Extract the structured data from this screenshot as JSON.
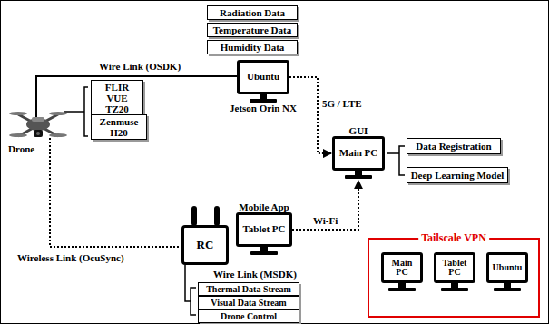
{
  "diagram": {
    "nodes": [
      {
        "text": [
          "Radiation Data"
        ]
      },
      {
        "text": [
          "Temperature Data"
        ]
      },
      {
        "text": [
          "Humidity Data"
        ]
      },
      {
        "text": [
          "Ubuntu",
          "Jetson Orin NX"
        ]
      },
      {
        "text": [
          "FLIR VUE TZ20"
        ]
      },
      {
        "text": [
          "Zenmuse H20"
        ]
      },
      {
        "text": [
          "GUI",
          "Main PC"
        ]
      },
      {
        "text": [
          "Data Registration"
        ]
      },
      {
        "text": [
          "Deep Learning Model"
        ]
      },
      {
        "text": [
          "RC"
        ]
      },
      {
        "text": [
          "Mobile App",
          "Tablet PC"
        ]
      },
      {
        "text": [
          "Thermal Data Stream"
        ]
      },
      {
        "text": [
          "Visual Data Stream"
        ]
      },
      {
        "text": [
          "Drone Control"
        ]
      },
      {
        "text": [
          "Tailscale VPN"
        ]
      },
      {
        "text": [
          "Main PC"
        ],
        "in": 14
      },
      {
        "text": [
          "Tablet PC"
        ],
        "in": 14
      },
      {
        "text": [
          "Ubuntu"
        ],
        "in": 14
      }
    ],
    "edges": [
      {
        "from": 3,
        "to": 6,
        "label": "5G / LTE",
        "arrow": "to"
      },
      {
        "from": 10,
        "to": 6,
        "label": "Wi-Fi",
        "arrow": "to"
      }
    ],
    "labels": [
      "Wire Link (OSDK)",
      "Drone",
      "Wireless Link (OcuSync)",
      "Wire Link (MSDK)"
    ]
  }
}
